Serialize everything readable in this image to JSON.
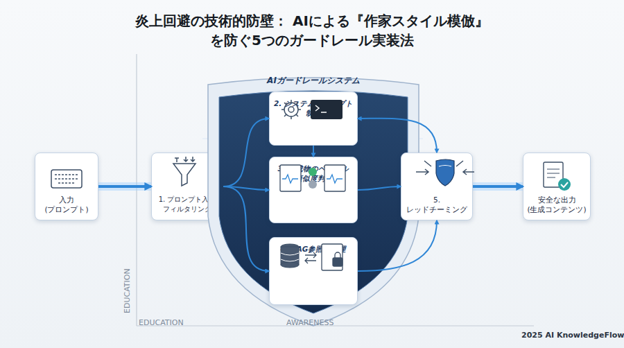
{
  "diagram": {
    "title": "炎上回避の技術的防壁： AIによる『作家スタイル模倣』を防ぐ5つのガードレール実装法",
    "nodes": [
      {
        "text": [
          "入力 (プロンプト)"
        ]
      },
      {
        "text": [
          "1. プロンプト入力 フィルタリング"
        ]
      },
      {
        "text": [
          "AIガードレールシステム"
        ]
      },
      {
        "text": [
          "2. システムプロンプト 制御"
        ],
        "in": 2
      },
      {
        "text": [
          "3. 生成物のベクトル 類似度判定"
        ],
        "in": 2
      },
      {
        "text": [
          "4. RAG参照元管理"
        ],
        "in": 2
      },
      {
        "text": [
          "5. レッドチーミング"
        ]
      },
      {
        "text": [
          "安全な出力 (生成コンテンツ)"
        ]
      }
    ],
    "edges": [
      {
        "from": 0,
        "to": 1,
        "arrow": "to"
      },
      {
        "from": 1,
        "to": 3,
        "arrow": "to"
      },
      {
        "from": 1,
        "to": 4,
        "arrow": "to"
      },
      {
        "from": 1,
        "to": 5,
        "arrow": "to"
      },
      {
        "from": 3,
        "to": 4,
        "arrow": "to"
      },
      {
        "from": 3,
        "to": 6,
        "arrow": "both"
      },
      {
        "from": 4,
        "to": 6,
        "arrow": "to"
      },
      {
        "from": 5,
        "to": 6,
        "arrow": "to"
      },
      {
        "from": 6,
        "to": 7,
        "arrow": "to"
      }
    ],
    "labels": [
      "EDUCATION",
      "EDUCATION",
      "AWARENESS",
      "2025 AI KnowledgeFlow"
    ]
  }
}
